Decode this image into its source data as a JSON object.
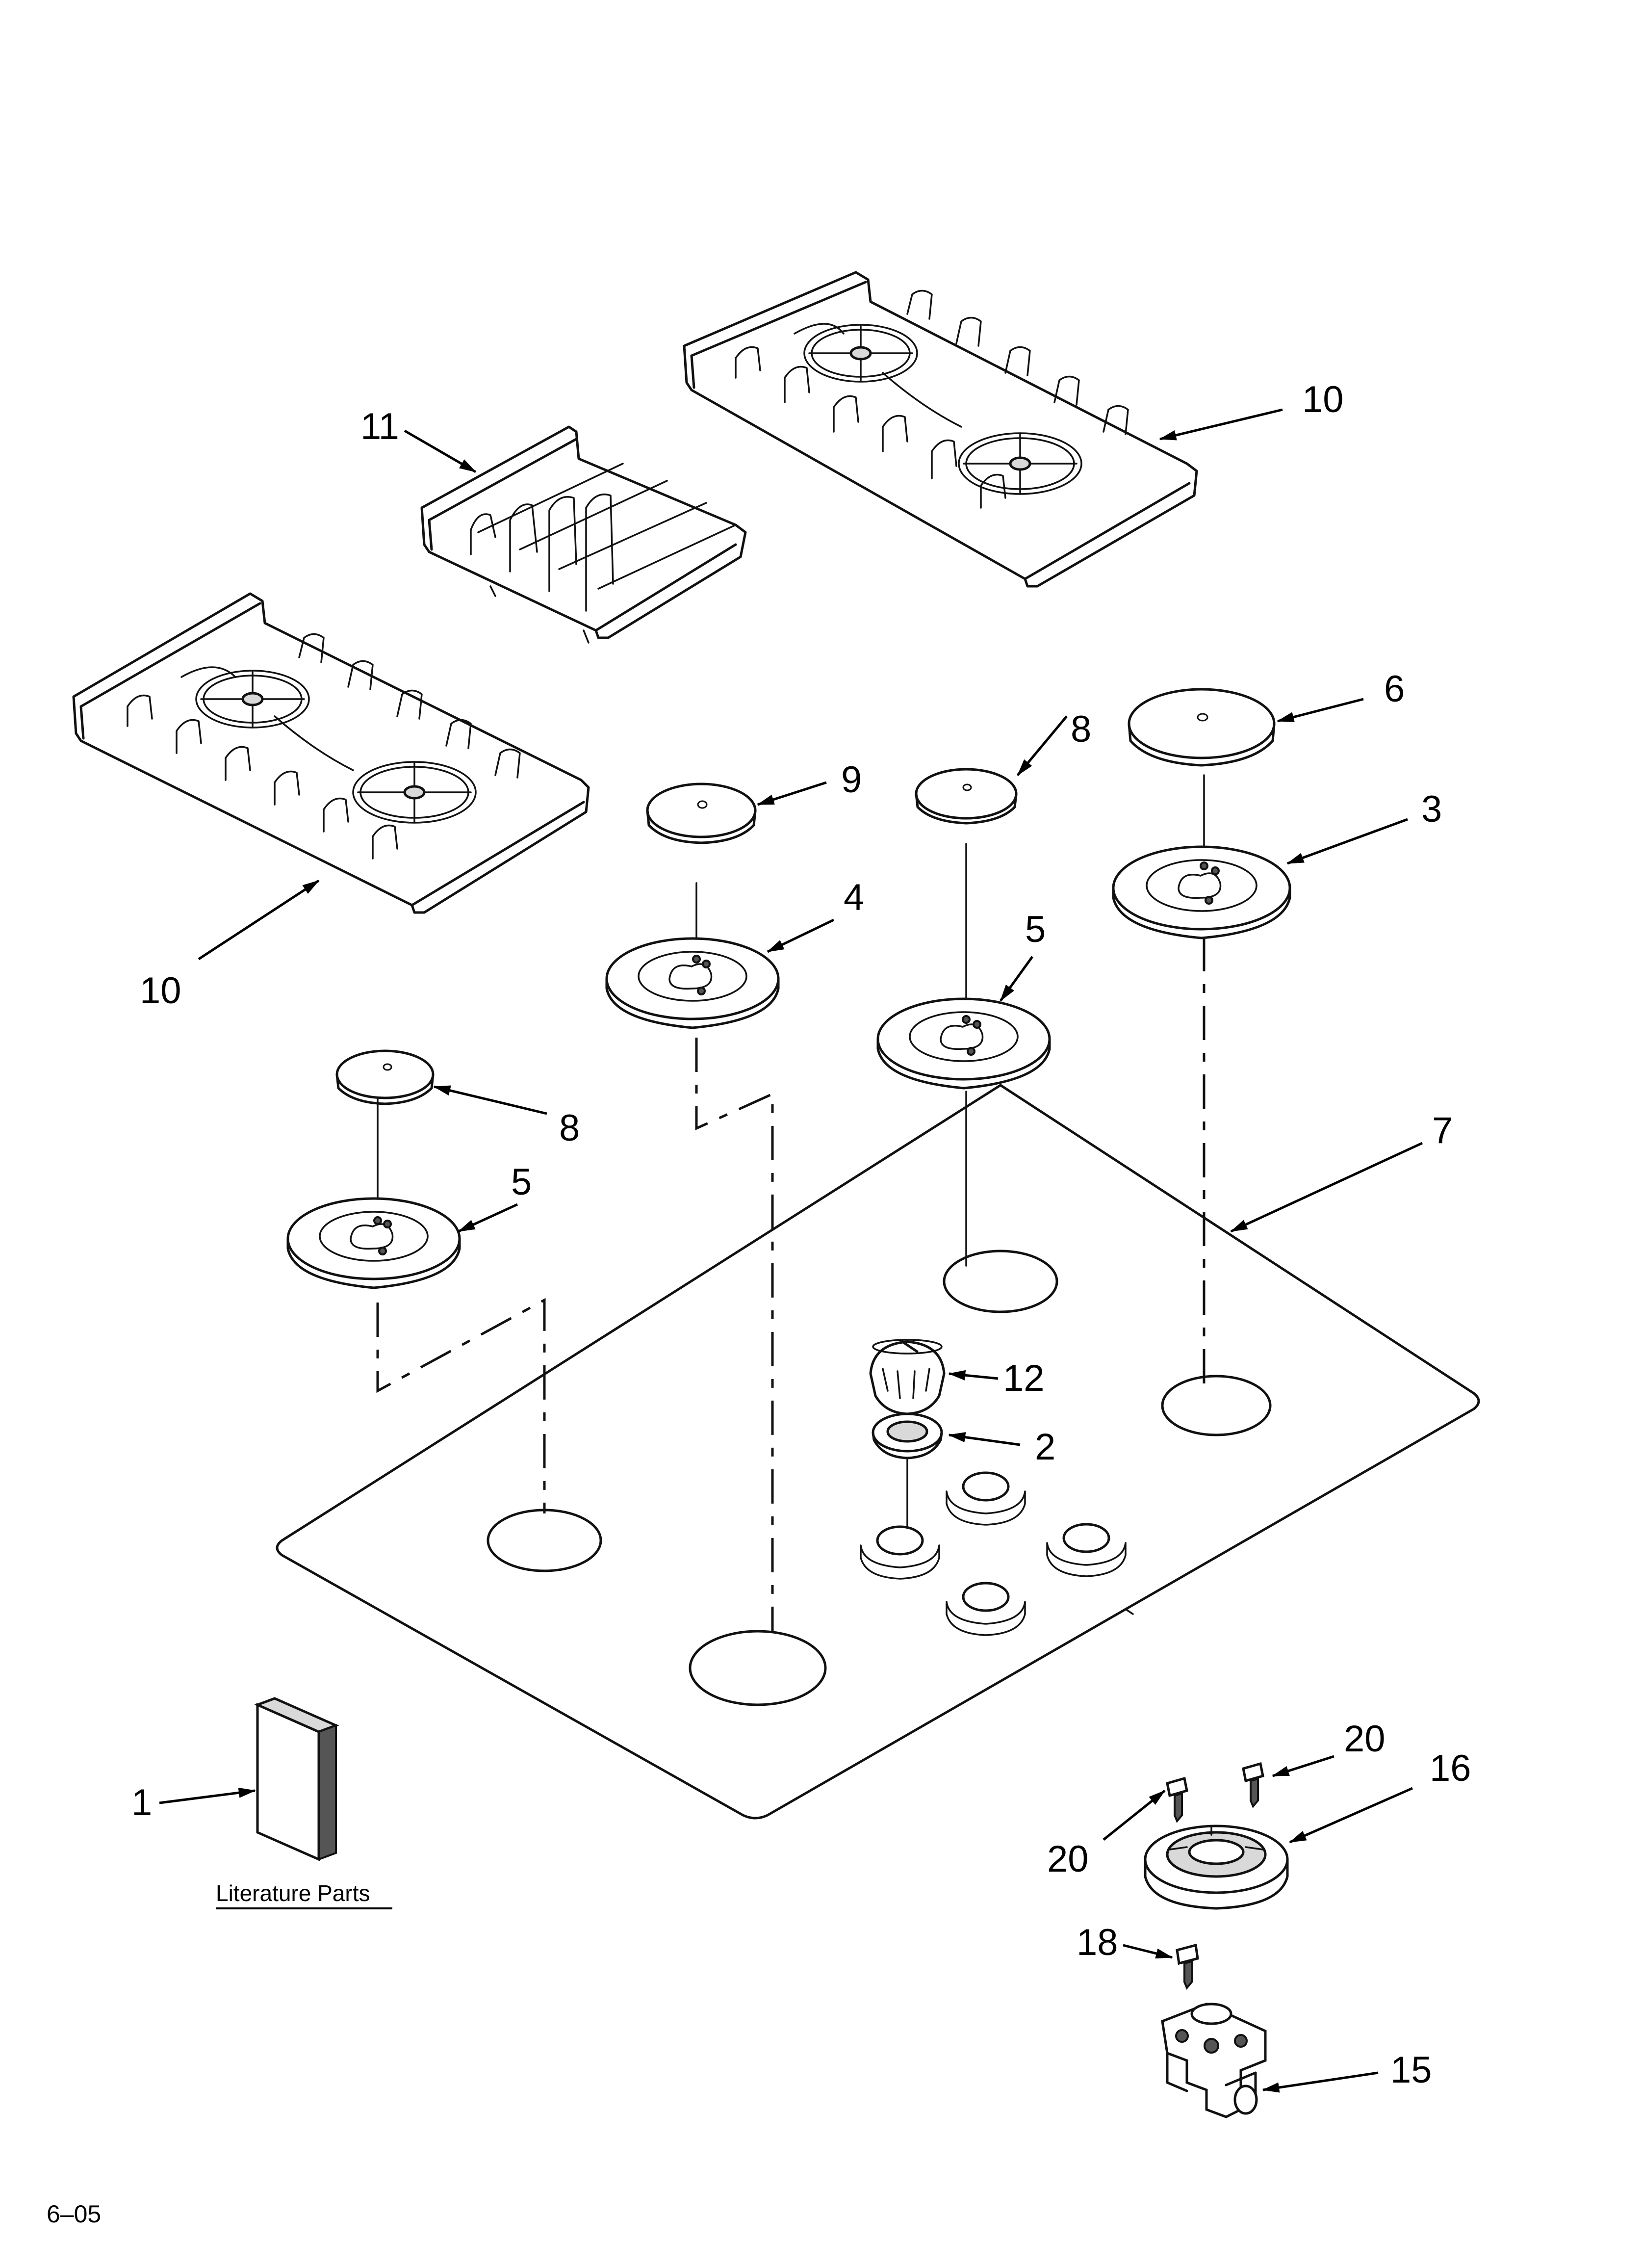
{
  "diagram": {
    "callouts": {
      "c1": "1",
      "c2": "2",
      "c3": "3",
      "c4": "4",
      "c5a": "5",
      "c5b": "5",
      "c6": "6",
      "c7": "7",
      "c8a": "8",
      "c8b": "8",
      "c9": "9",
      "c10a": "10",
      "c10b": "10",
      "c11": "11",
      "c12": "12",
      "c15": "15",
      "c16": "16",
      "c18": "18",
      "c20a": "20",
      "c20b": "20"
    },
    "literature_label": "Literature Parts",
    "footer_code": "6–05"
  }
}
